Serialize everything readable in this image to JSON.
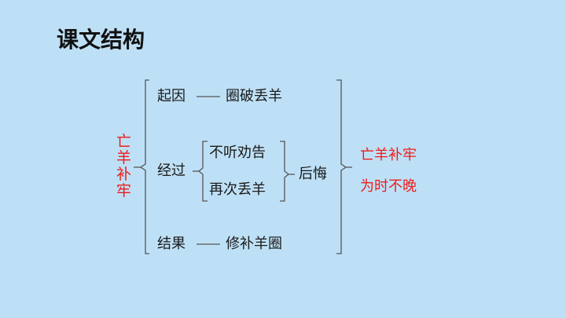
{
  "title": "课文结构",
  "topic": "亡羊补牢",
  "structure": {
    "cause": {
      "label": "起因",
      "content": "圈破丢羊"
    },
    "process": {
      "label": "经过",
      "items": [
        "不听劝告",
        "再次丢羊"
      ],
      "result": "后悔"
    },
    "outcome": {
      "label": "结果",
      "content": "修补羊圈"
    }
  },
  "conclusion": [
    "亡羊补牢",
    "为时不晚"
  ],
  "colors": {
    "background": "#bee0f6",
    "accent": "#ee1c1c"
  }
}
